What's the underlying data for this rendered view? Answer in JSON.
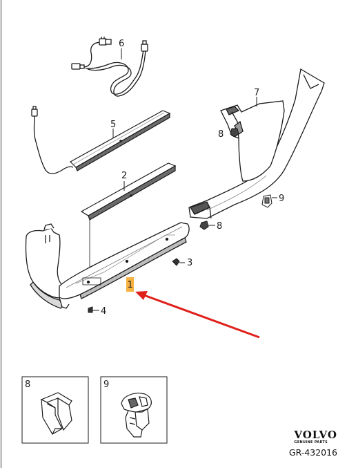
{
  "callouts": {
    "c1": "1",
    "c2": "2",
    "c3": "3",
    "c4": "4",
    "c5": "5",
    "c6": "6",
    "c7": "7",
    "c8a": "8",
    "c8b": "8",
    "c9": "9"
  },
  "detail_boxes": {
    "box8": "8",
    "box9": "9"
  },
  "brand": {
    "logo": "VOLVO",
    "tagline": "GENUINE PARTS",
    "code": "GR-432016"
  },
  "colors": {
    "highlight": "#f5a623",
    "arrow": "#e0201b",
    "line": "#1a1a1a"
  }
}
